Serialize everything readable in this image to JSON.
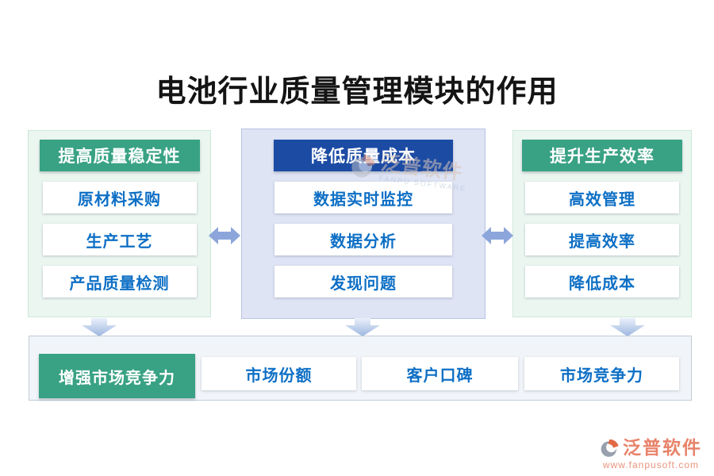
{
  "title": "电池行业质量管理模块的作用",
  "colors": {
    "header_green": "#39a284",
    "header_blue": "#1c4ba4",
    "item_text_blue": "#0d6fc5",
    "panel_green_bg": "#ebf6f1",
    "panel_blue_bg": "#dee4f4",
    "band_bg": "#f1f4f8",
    "arrow_blue": "#8ca6db",
    "watermark_orange": "#e8826a"
  },
  "panels": [
    {
      "header": "提高质量稳定性",
      "theme": "green",
      "items": [
        "原材料采购",
        "生产工艺",
        "产品质量检测"
      ]
    },
    {
      "header": "降低质量成本",
      "theme": "blue",
      "items": [
        "数据实时监控",
        "数据分析",
        "发现问题"
      ]
    },
    {
      "header": "提升生产效率",
      "theme": "green",
      "items": [
        "高效管理",
        "提高效率",
        "降低成本"
      ]
    }
  ],
  "bottom": {
    "header": "增强市场竞争力",
    "items": [
      "市场份额",
      "客户口碑",
      "市场竞争力"
    ]
  },
  "icons": {
    "horizontal_arrow": "double-headed-arrow-icon",
    "down_arrow": "down-arrow-icon",
    "logo": "fanpu-logo-icon"
  },
  "watermark": {
    "brand": "泛普软件",
    "brand_en": "FANPU SOFTWARE",
    "url": "www.fanpusoft.com"
  }
}
